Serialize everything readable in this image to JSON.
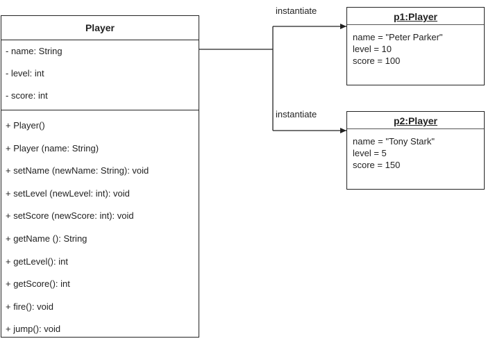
{
  "class": {
    "name": "Player",
    "attributes": [
      "- name: String",
      "- level: int",
      "- score: int"
    ],
    "methods": [
      "+ Player()",
      "+ Player (name: String)",
      "+ setName (newName: String): void",
      "+ setLevel (newLevel: int): void",
      "+ setScore (newScore: int): void",
      "+ getName (): String",
      "+ getLevel(): int",
      "+ getScore(): int",
      "+ fire(): void",
      "+ jump(): void"
    ]
  },
  "objects": [
    {
      "title": "p1:Player",
      "fields": [
        "name = \"Peter Parker\"",
        "level = 10",
        "score = 100"
      ]
    },
    {
      "title": "p2:Player",
      "fields": [
        "name = \"Tony Stark\"",
        "level = 5",
        "score = 150"
      ]
    }
  ],
  "edges": [
    {
      "label": "instantiate"
    },
    {
      "label": "instantiate"
    }
  ],
  "colors": {
    "line": "#222222"
  }
}
